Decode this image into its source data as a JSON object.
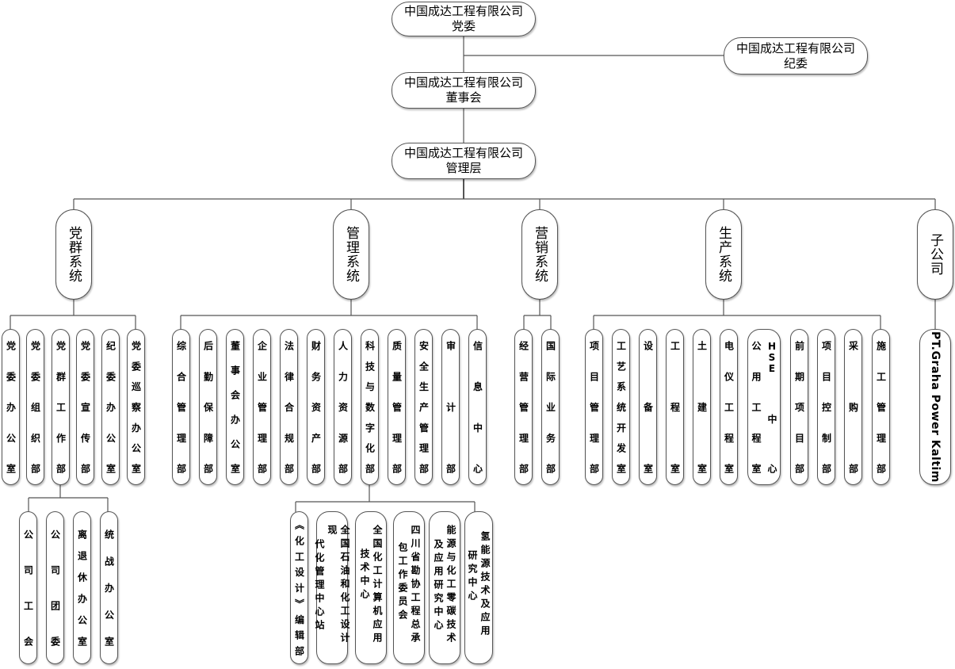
{
  "top": {
    "party_committee": {
      "line1": "中国成达工程有限公司",
      "line2": "党委"
    },
    "discipline_committee": {
      "line1": "中国成达工程有限公司",
      "line2": "纪委"
    },
    "board": {
      "line1": "中国成达工程有限公司",
      "line2": "董事会"
    },
    "management": {
      "line1": "中国成达工程有限公司",
      "line2": "管理层"
    }
  },
  "systems": [
    {
      "label": "党群系统"
    },
    {
      "label": "管理系统"
    },
    {
      "label": "营销系统"
    },
    {
      "label": "生产系统"
    },
    {
      "label": "子公司"
    }
  ],
  "party_depts": [
    "党委办公室",
    "党委组织部",
    "党群工作部",
    "党委宣传部",
    "纪委办公室",
    "党委巡察办公室"
  ],
  "party_sub": [
    "公司工会",
    "公司团委",
    "离退休办公室",
    "统战办公室"
  ],
  "mgmt_depts": [
    "综合管理部",
    "后勤保障部",
    "董事会办公室",
    "企业管理部",
    "法律合规部",
    "财务资产部",
    "人力资源部",
    "科技与数字化部",
    "质量管理部",
    "安全生产管理部",
    "审计部",
    "信息中心"
  ],
  "tech_sub": [
    {
      "col1": "《化工设计》编辑部",
      "col2": ""
    },
    {
      "col1": "全国石油和化工设计现",
      "col2": "代化管理中心站"
    },
    {
      "col1": "全国化工计算机应用",
      "col2": "技术中心"
    },
    {
      "col1": "四川省勘协工程总承",
      "col2": "包工作委员会"
    },
    {
      "col1": "能源与化工零碳技术",
      "col2": "及应用研究中心"
    },
    {
      "col1": "氢能源技术及应用",
      "col2": "研究中心"
    }
  ],
  "sales_depts": [
    "经营管理部",
    "国际业务部"
  ],
  "prod_depts": [
    "项目管理部",
    "工艺系统开发室",
    "设备室",
    "工程室",
    "土建室",
    "电仪工程室",
    {
      "a": "公用工程室",
      "b": "HSE中心"
    },
    "前期项目部",
    "项目控制部",
    "采购部",
    "施工管理部"
  ],
  "subsidiary": [
    "PT.Graha Power Kaltim"
  ],
  "colors": {
    "line": "#555555",
    "border": "#555555",
    "background": "#ffffff"
  }
}
